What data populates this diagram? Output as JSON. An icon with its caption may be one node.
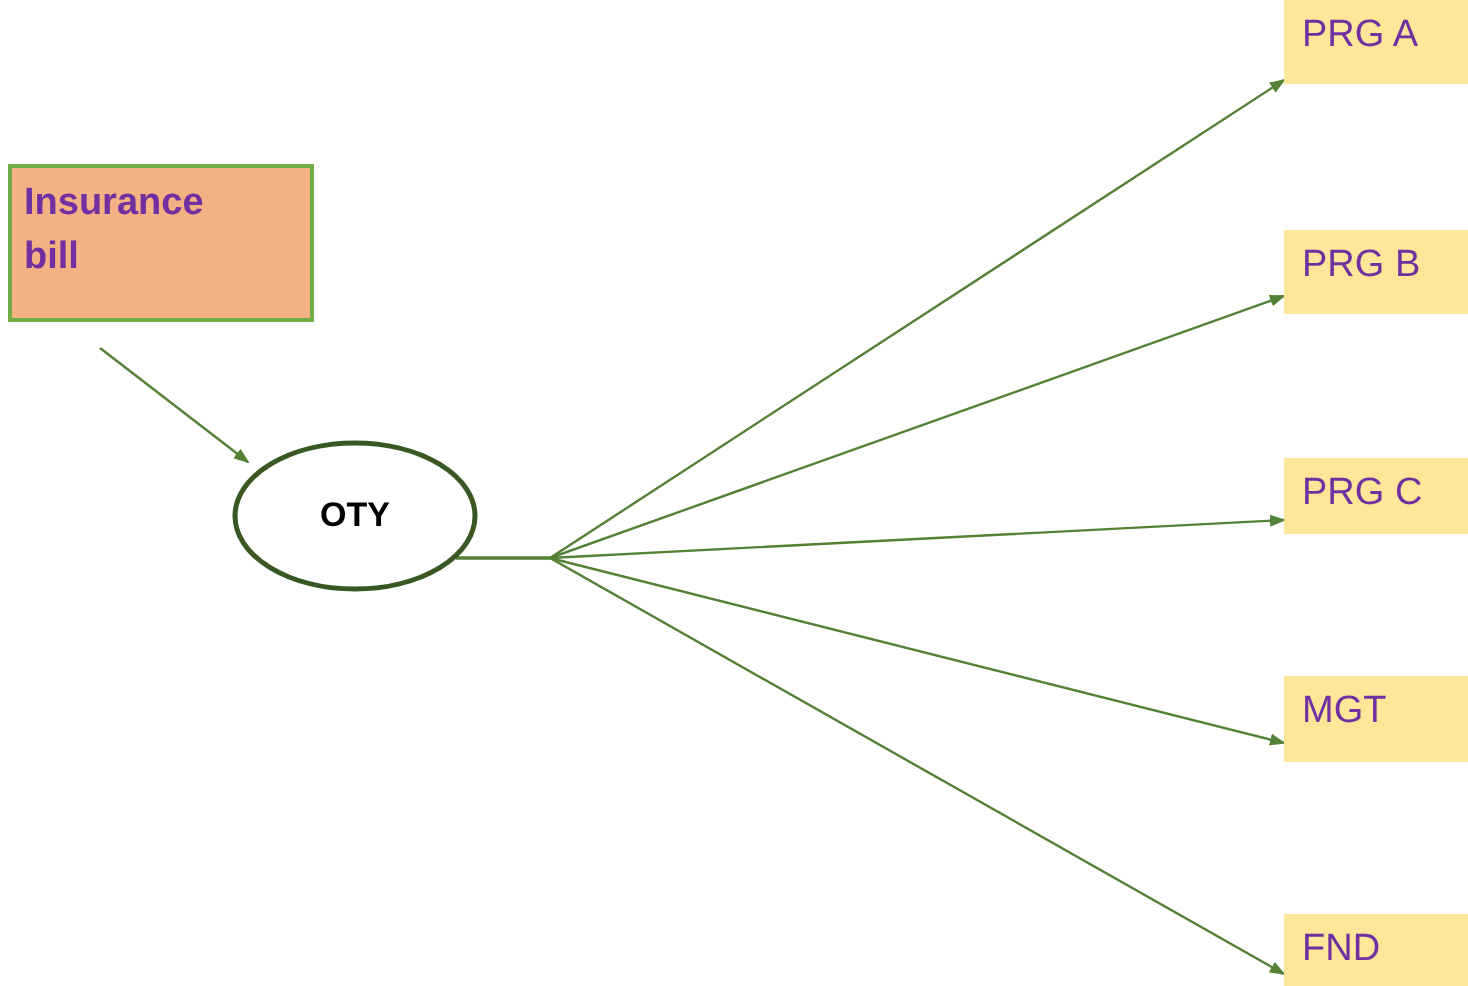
{
  "diagram": {
    "nodes": [
      {
        "text": [
          "Insurance bill"
        ]
      },
      {
        "text": [
          "OTY"
        ]
      },
      {
        "text": [
          "PRG A"
        ]
      },
      {
        "text": [
          "PRG B"
        ]
      },
      {
        "text": [
          "PRG C"
        ]
      },
      {
        "text": [
          "MGT"
        ]
      },
      {
        "text": [
          "FND"
        ]
      }
    ],
    "edges": [
      {
        "from": 0,
        "to": 1,
        "arrow": "to"
      },
      {
        "from": 1,
        "to": 2,
        "arrow": "to"
      },
      {
        "from": 1,
        "to": 3,
        "arrow": "to"
      },
      {
        "from": 1,
        "to": 4,
        "arrow": "to"
      },
      {
        "from": 1,
        "to": 5,
        "arrow": "to"
      },
      {
        "from": 1,
        "to": 6,
        "arrow": "to"
      }
    ]
  }
}
